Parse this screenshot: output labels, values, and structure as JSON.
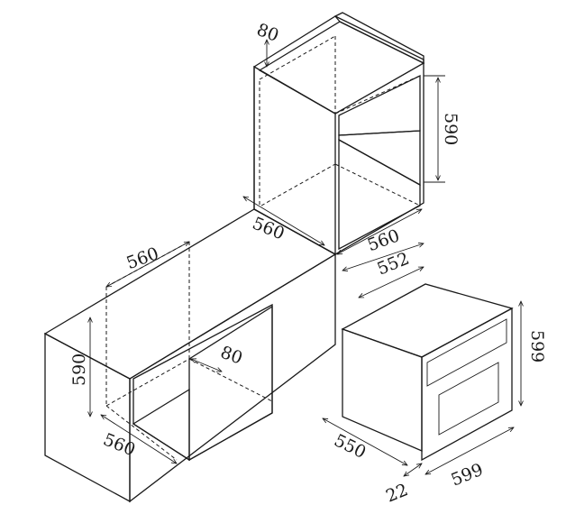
{
  "colors": {
    "cabinet_front": "#e8e8e8",
    "cabinet_side": "#d6d6d6",
    "cabinet_top": "#cfcfcf",
    "cavity_dark": "#8f8f8f",
    "cavity_mid": "#a9a9a9",
    "cavity_light": "#c4c4c4",
    "oven_top": "#767676",
    "oven_body": "#dcdcdc",
    "oven_front": "#f6f6f6",
    "line": "#1a1a1a"
  },
  "dimensions": {
    "tall_vent_depth": "80",
    "tall_height": "590",
    "tall_depth": "560",
    "tall_width": "560",
    "tall_opening_width": "552",
    "base_width": "560",
    "base_height": "590",
    "base_depth": "560",
    "base_vent_depth": "80",
    "oven_height": "599",
    "oven_width": "599",
    "oven_depth": "550",
    "oven_front_offset": "22"
  }
}
